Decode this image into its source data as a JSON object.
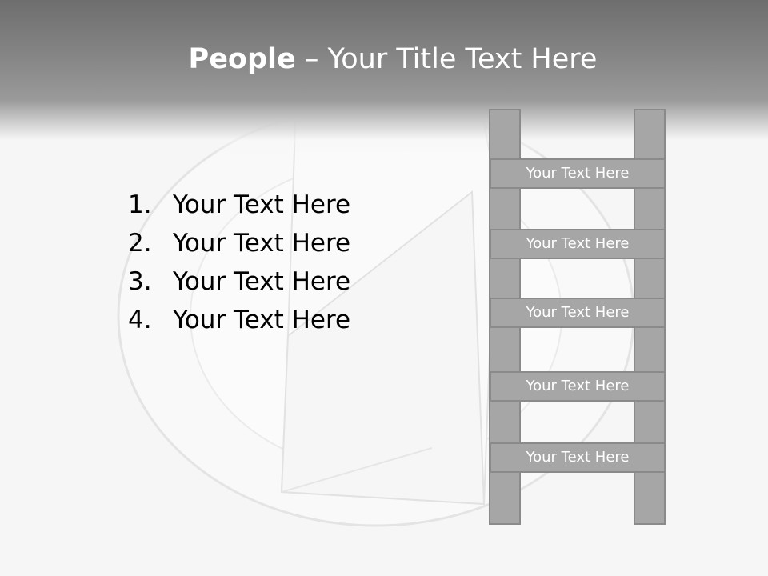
{
  "title": {
    "bold": "People",
    "rest": " – Your Title Text Here"
  },
  "list": [
    {
      "num": "1.",
      "text": "Your Text Here"
    },
    {
      "num": "2.",
      "text": "Your Text Here"
    },
    {
      "num": "3.",
      "text": "Your Text Here"
    },
    {
      "num": "4.",
      "text": "Your Text Here"
    }
  ],
  "ladder": {
    "rungs": [
      "Your Text Here",
      "Your Text Here",
      "Your Text Here",
      "Your Text Here",
      "Your Text Here"
    ]
  },
  "colors": {
    "header": "#858585",
    "ladder_fill": "#a6a6a6",
    "ladder_border": "#8a8a8a",
    "background": "#f6f6f6"
  },
  "background_image": "table-setting-plate-fork-knife-napkin"
}
